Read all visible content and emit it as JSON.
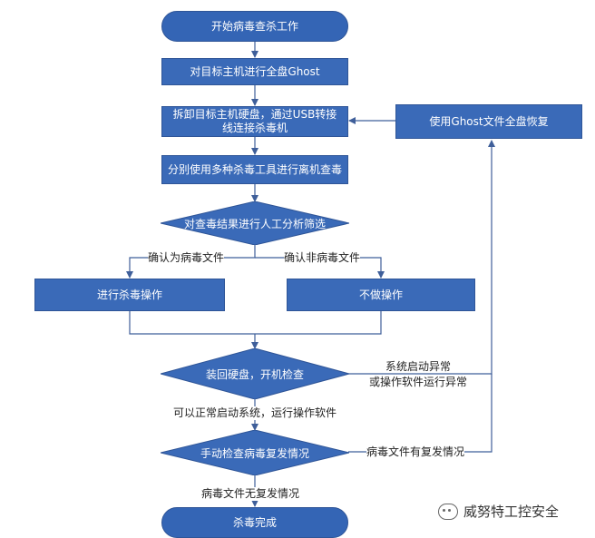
{
  "nodes": {
    "start": "开始病毒查杀工作",
    "ghost_backup": "对目标主机进行全盘Ghost",
    "remove_disk": "拆卸目标主机硬盘，通过USB转接线连接杀毒机",
    "scan": "分别使用多种杀毒工具进行离机查毒",
    "analyze": "对查毒结果进行人工分析筛选",
    "kill": "进行杀毒操作",
    "no_action": "不做操作",
    "reinstall": "装回硬盘，开机检查",
    "restore": "使用Ghost文件全盘恢复",
    "manual_check": "手动检查病毒复发情况",
    "end": "杀毒完成"
  },
  "edge_labels": {
    "is_virus": "确认为病毒文件",
    "not_virus": "确认非病毒文件",
    "boot_error_line1": "系统启动异常",
    "boot_error_line2": "或操作软件运行异常",
    "boot_ok": "可以正常启动系统，运行操作软件",
    "recurrence": "病毒文件有复发情况",
    "no_recurrence": "病毒文件无复发情况"
  },
  "watermark": "威努特工控安全",
  "colors": {
    "fill": "#3a6ab8",
    "line": "#3f5f9a"
  }
}
